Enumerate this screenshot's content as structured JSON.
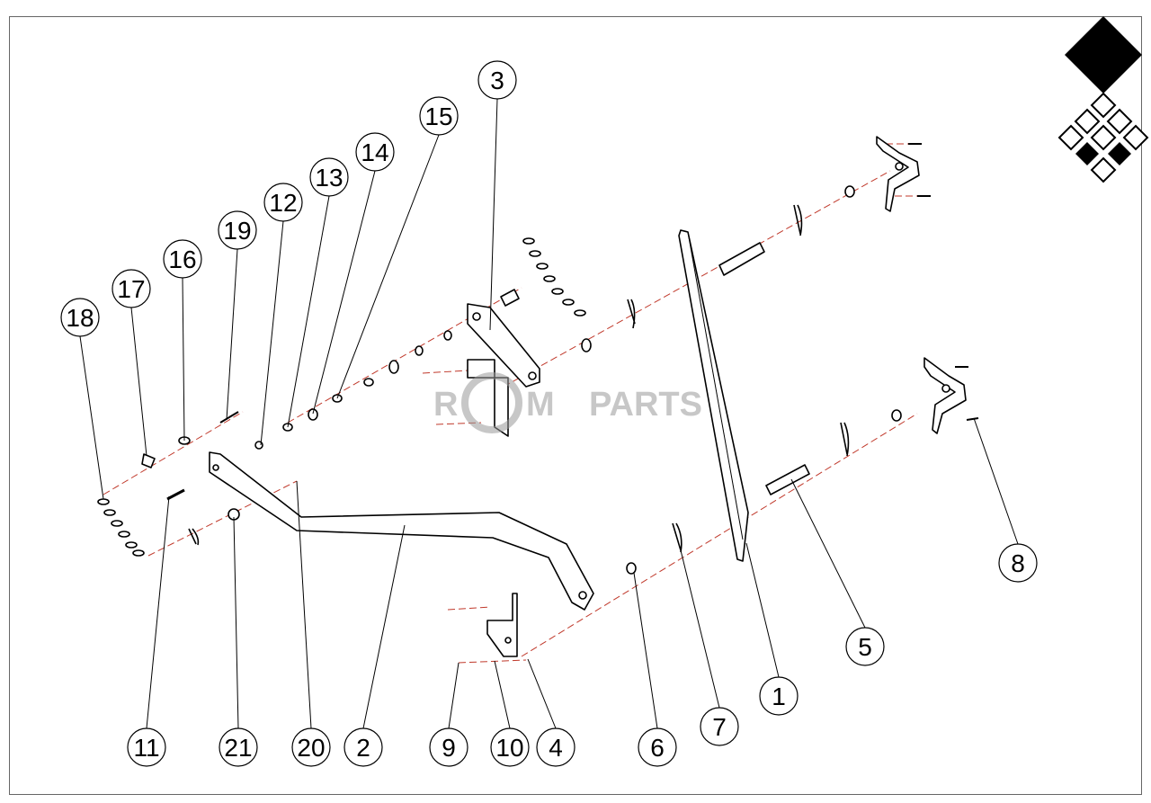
{
  "watermark": {
    "text_left": "R",
    "text_mid": "M",
    "text_right": "PARTS",
    "color": "#9a9a9a"
  },
  "callouts": [
    {
      "id": "c1",
      "label": "1"
    },
    {
      "id": "c2",
      "label": "2"
    },
    {
      "id": "c3",
      "label": "3"
    },
    {
      "id": "c4",
      "label": "4"
    },
    {
      "id": "c5",
      "label": "5"
    },
    {
      "id": "c6",
      "label": "6"
    },
    {
      "id": "c7",
      "label": "7"
    },
    {
      "id": "c8",
      "label": "8"
    },
    {
      "id": "c9",
      "label": "9"
    },
    {
      "id": "c10",
      "label": "10"
    },
    {
      "id": "c11",
      "label": "11"
    },
    {
      "id": "c12",
      "label": "12"
    },
    {
      "id": "c13",
      "label": "13"
    },
    {
      "id": "c14",
      "label": "14"
    },
    {
      "id": "c15",
      "label": "15"
    },
    {
      "id": "c16",
      "label": "16"
    },
    {
      "id": "c17",
      "label": "17"
    },
    {
      "id": "c18",
      "label": "18"
    },
    {
      "id": "c19",
      "label": "19"
    },
    {
      "id": "c20",
      "label": "20"
    },
    {
      "id": "c21",
      "label": "21"
    }
  ],
  "colors": {
    "line": "#000000",
    "axis_dash": "#c0392b",
    "logo": "#000000"
  },
  "icons": [
    "diamond-logo-icon"
  ]
}
